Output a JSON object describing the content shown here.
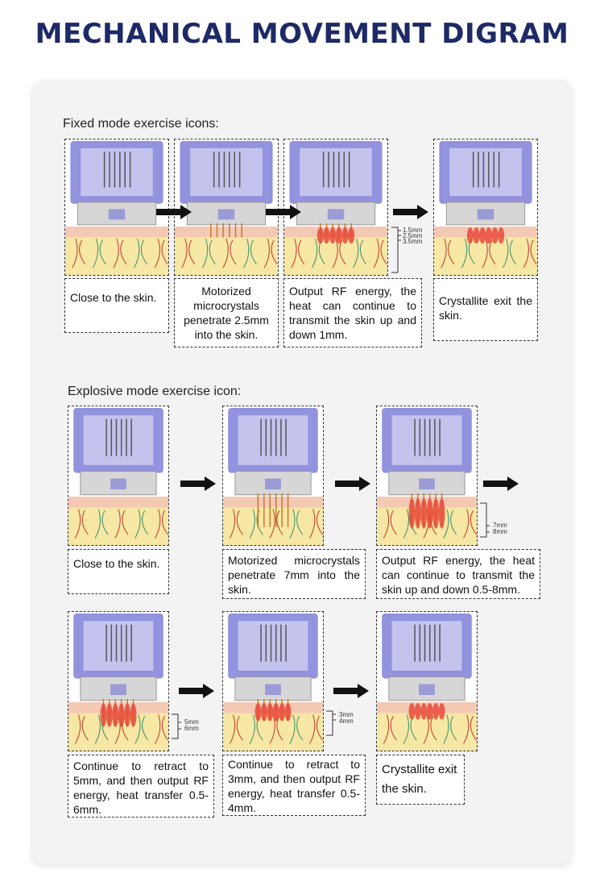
{
  "title": "MECHANICAL MOVEMENT DIGRAM",
  "fixed": {
    "label": "Fixed mode exercise icons:",
    "steps": [
      {
        "caption": "Close to the skin."
      },
      {
        "caption": "Motorized microcrystals penetrate 2.5mm into the skin."
      },
      {
        "caption": "Output RF energy, the heat can continue to transmit the skin up and down 1mm."
      },
      {
        "caption": "Crystallite exit the skin."
      }
    ],
    "scale": [
      "1.5mm",
      "2.5mm",
      "3.5mm"
    ]
  },
  "explosive": {
    "label": "Explosive mode exercise icon:",
    "steps": [
      {
        "caption": "Close to the skin."
      },
      {
        "caption": "Motorized microcrystals penetrate 7mm into the skin."
      },
      {
        "caption": "Output RF energy, the heat can continue to transmit the skin up and down 0.5-8mm."
      },
      {
        "caption": "Continue to retract to 5mm, and then output RF energy, heat transfer 0.5-6mm."
      },
      {
        "caption": "Continue to retract to 3mm, and then output RF energy, heat transfer 0.5-4mm."
      },
      {
        "caption": "Crystallite exit the skin."
      }
    ],
    "scale3": [
      "7mm",
      "8mm"
    ],
    "scale4": [
      "5mm",
      "6mm"
    ],
    "scale5": [
      "3mm",
      "4mm"
    ]
  },
  "colors": {
    "title": "#1d2a66",
    "device": "#7f7fd8",
    "skin_top": "#f3c9b4",
    "skin_fat": "#f6e7a4",
    "rf_heat": "#e84a3a"
  }
}
